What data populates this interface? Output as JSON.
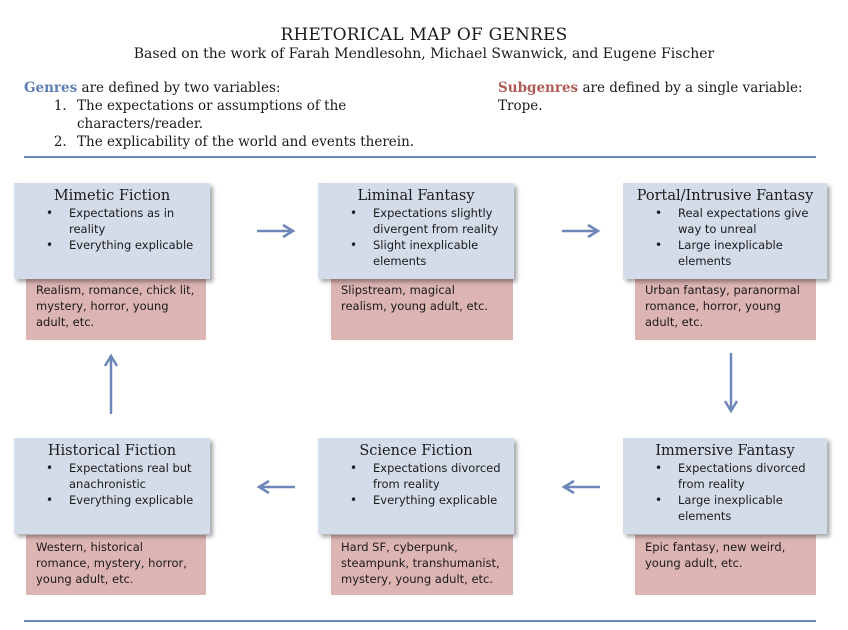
{
  "header": {
    "title": "RHETORICAL MAP OF GENRES",
    "subtitle": "Based on the work of Farah Mendlesohn, Michael Swanwick, and Eugene Fischer"
  },
  "intro": {
    "genres_keyword": "Genres",
    "genres_text": " are defined by two variables:",
    "variables": [
      "The expectations or assumptions of the characters/reader.",
      "The explicability of the world and events therein."
    ],
    "subgenres_keyword": "Subgenres",
    "subgenres_text": " are defined by a single variable: Trope."
  },
  "genres": [
    {
      "title": "Mimetic Fiction",
      "bullets": [
        "Expectations as in reality",
        "Everything explicable"
      ],
      "subgenres": "Realism, romance, chick lit, mystery, horror, young adult, etc."
    },
    {
      "title": "Liminal Fantasy",
      "bullets": [
        "Expectations slightly divergent from reality",
        "Slight inexplicable elements"
      ],
      "subgenres": "Slipstream, magical realism, young adult, etc."
    },
    {
      "title": "Portal/Intrusive Fantasy",
      "bullets": [
        "Real expectations give way to unreal",
        "Large inexplicable elements"
      ],
      "subgenres": "Urban fantasy, paranormal romance, horror, young adult, etc."
    },
    {
      "title": "Historical Fiction",
      "bullets": [
        "Expectations real but anachronistic",
        "Everything explicable"
      ],
      "subgenres": "Western, historical romance, mystery, horror, young adult, etc."
    },
    {
      "title": "Science Fiction",
      "bullets": [
        "Expectations divorced from reality",
        "Everything explicable"
      ],
      "subgenres": "Hard SF, cyberpunk, steampunk, transhumanist, mystery, young adult, etc."
    },
    {
      "title": "Immersive Fantasy",
      "bullets": [
        "Expectations divorced from reality",
        "Large inexplicable elements"
      ],
      "subgenres": "Epic fantasy, new weird, young adult, etc."
    }
  ],
  "colors": {
    "genre_box": "#d4dcea",
    "subgenre_box": "#dcb5b3",
    "arrow": "#6f86b8",
    "genres_keyword": "#5d7fb6",
    "subgenres_keyword": "#b05b55"
  }
}
